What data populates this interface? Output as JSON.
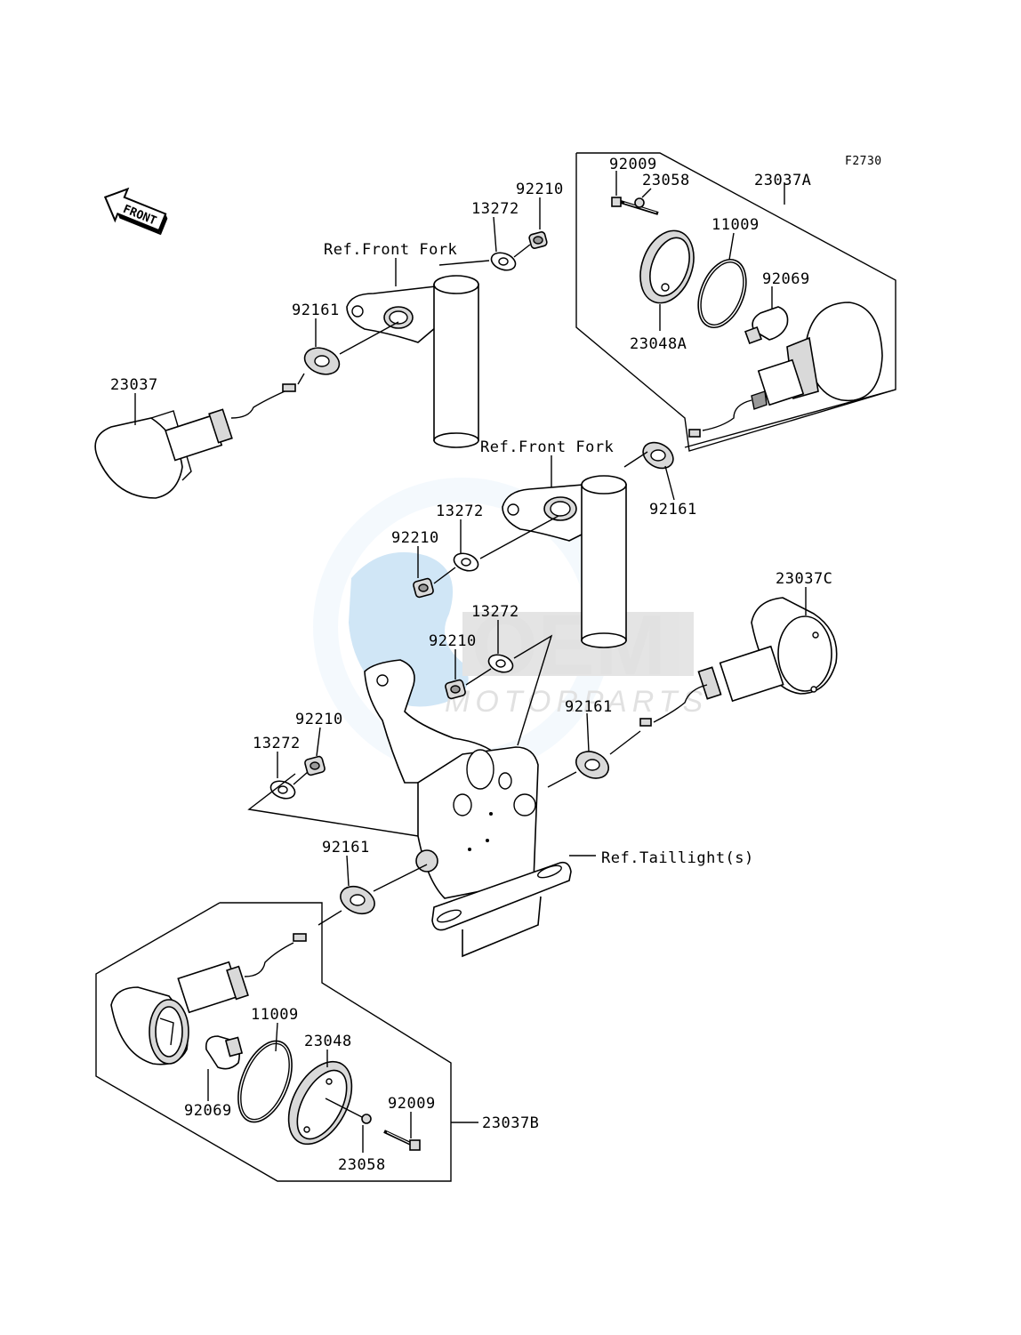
{
  "figure_code": "F2730",
  "front_indicator": "FRONT",
  "refs": {
    "front_fork_upper": "Ref.Front Fork",
    "front_fork_lower": "Ref.Front Fork",
    "taillight": "Ref.Taillight(s)"
  },
  "labels": {
    "p92009_top": "92009",
    "p23058_top": "23058",
    "p23037A": "23037A",
    "p11009_top": "11009",
    "p92069_top": "92069",
    "p23048A": "23048A",
    "p92210_a": "92210",
    "p13272_a": "13272",
    "p92161_a": "92161",
    "p23037": "23037",
    "p92161_b": "92161",
    "p13272_b": "13272",
    "p92210_b": "92210",
    "p23037C": "23037C",
    "p13272_c": "13272",
    "p92210_c": "92210",
    "p92161_c": "92161",
    "p92210_d": "92210",
    "p13272_d": "13272",
    "p92161_d": "92161",
    "p11009_bot": "11009",
    "p23048": "23048",
    "p92069_bot": "92069",
    "p92009_bot": "92009",
    "p23037B": "23037B",
    "p23058_bot": "23058"
  },
  "watermark": {
    "brand": "OEM",
    "subtitle": "MOTORPARTS",
    "color_blue": "#2f8fd8",
    "color_gray": "#9a9a9a"
  }
}
